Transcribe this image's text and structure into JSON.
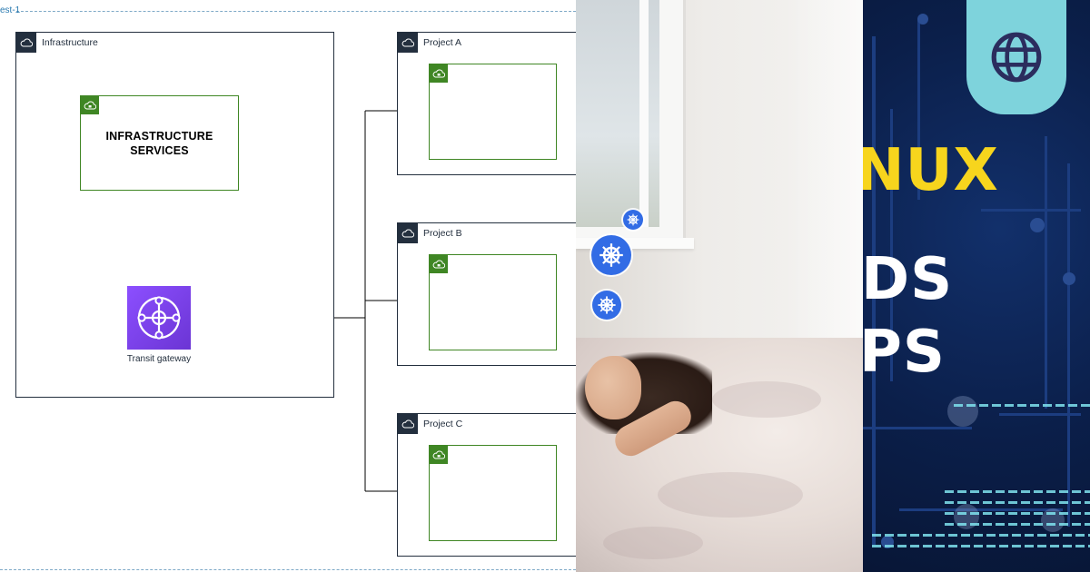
{
  "diagram": {
    "region_label": "est-1",
    "infrastructure": {
      "title": "Infrastructure",
      "subnet_line1": "INFRASTRUCTURE",
      "subnet_line2": "SERVICES",
      "gateway_label": "Transit gateway"
    },
    "projects": [
      {
        "title": "Project A"
      },
      {
        "title": "Project B"
      },
      {
        "title": "Project C"
      }
    ],
    "colors": {
      "group_border": "#232f3e",
      "subnet_border": "#3f8624",
      "transit_gateway": "#8c4fff",
      "region_line": "#7ea9c7"
    },
    "icons": {
      "group": "cloud-icon",
      "subnet": "lock-cloud-icon",
      "gateway": "transit-gateway-icon"
    }
  },
  "photo": {
    "icons": [
      "kubernetes-icon",
      "kubernetes-icon",
      "kubernetes-icon"
    ],
    "colors": {
      "kubernetes": "#326ce5"
    }
  },
  "banner": {
    "word_1": "NUX",
    "word_2": "DS",
    "word_3": "PS",
    "icon": "globe-icon",
    "colors": {
      "background": "#0b1f4a",
      "tab": "#7ed3dc",
      "yellow": "#f7d51d"
    }
  }
}
